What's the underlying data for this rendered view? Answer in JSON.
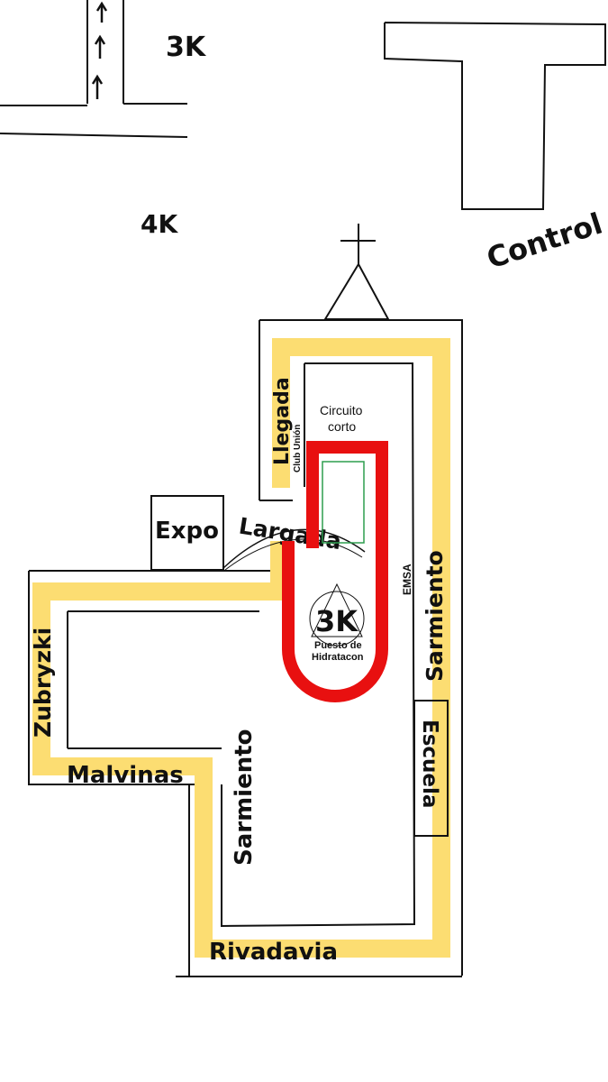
{
  "map": {
    "labels": {
      "distance_3k_top": "3K",
      "distance_4k": "4K",
      "control": "Control",
      "llegada": "Llegada",
      "club_union": "Club Unión",
      "circuito_corto_line1": "Circuito",
      "circuito_corto_line2": "corto",
      "expo": "Expo",
      "largada": "Largada",
      "emsa": "EMSA",
      "sarmiento_right": "Sarmiento",
      "hydration_distance": "3K",
      "hydration_line1": "Puesto de",
      "hydration_line2": "Hidratacon",
      "zubryzki": "Zubryzki",
      "malvinas": "Malvinas",
      "sarmiento_middle": "Sarmiento",
      "escuela": "Escuela",
      "rivadavia": "Rivadavia"
    },
    "colors": {
      "route_yellow": "#FCDD72",
      "short_circuit_red": "#E81010",
      "field_green": "#2E9E4F",
      "ink": "#111111"
    }
  }
}
